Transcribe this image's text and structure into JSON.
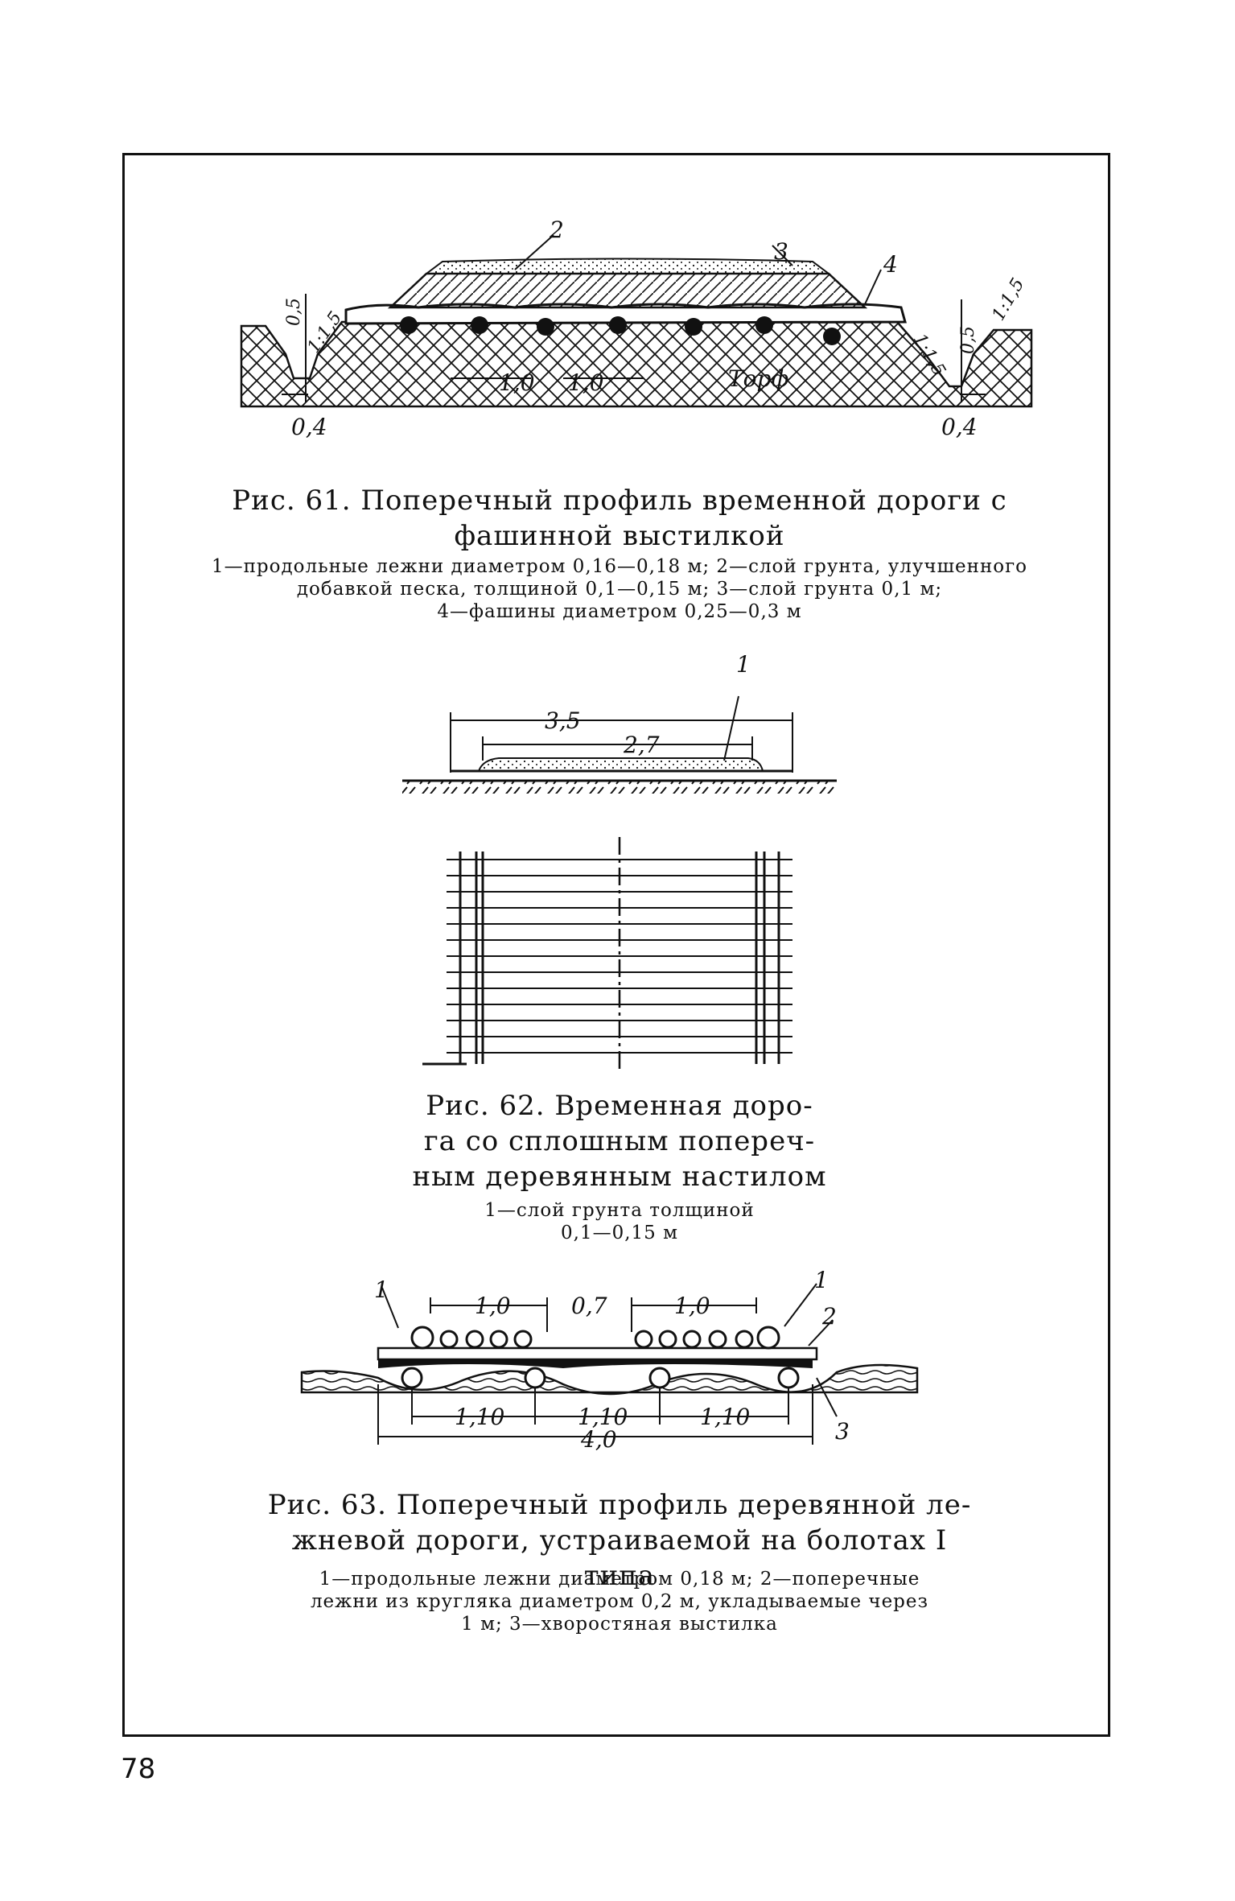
{
  "page_number": "78",
  "fig61": {
    "title": "Рис. 61. Поперечный профиль временной дороги с фашинной выстилкой",
    "legend_line1": "1—продольные лежни диаметром 0,16—0,18 м; 2—слой грунта, улучшенного",
    "legend_line2": "добавкой песка, толщиной 0,1—0,15 м; 3—слой грунта 0,1 м;",
    "legend_line3": "4—фашины диаметром 0,25—0,3 м",
    "labels": {
      "n2": "2",
      "n3": "3",
      "n4": "4",
      "slope_left": "1:1,5",
      "slope_right": "1:1,5",
      "slope_right_outer": "1:1,5",
      "depth_left": "0,5",
      "depth_right": "0,5",
      "width_left": "0,4",
      "width_right": "0,4",
      "dim_a": "1,0",
      "dim_b": "1,0",
      "peat": "Торф"
    }
  },
  "fig62": {
    "title_line1": "Рис. 62. Временная доро-",
    "title_line2": "га со сплошным попереч-",
    "title_line3": "ным деревянным настилом",
    "legend_line1": "1—слой грунта толщиной",
    "legend_line2": "0,1—0,15 м",
    "labels": {
      "n1": "1",
      "dim_outer": "3,5",
      "dim_inner": "2,7"
    }
  },
  "fig63": {
    "title_line1": "Рис. 63. Поперечный профиль деревянной ле-",
    "title_line2": "жневой дороги, устраиваемой на болотах I типа",
    "legend_line1": "1—продольные лежни диаметром 0,18 м; 2—поперечные",
    "legend_line2": "лежни из кругляка диаметром 0,2 м, укладываемые через",
    "legend_line3": "1 м; 3—хворостяная выстилка",
    "labels": {
      "n1_left": "1",
      "n1_right": "1",
      "n2": "2",
      "n3": "3",
      "top_a": "1,0",
      "top_b": "0,7",
      "top_c": "1,0",
      "bot_a": "1,10",
      "bot_b": "1,10",
      "bot_c": "1,10",
      "total": "4,0"
    }
  }
}
